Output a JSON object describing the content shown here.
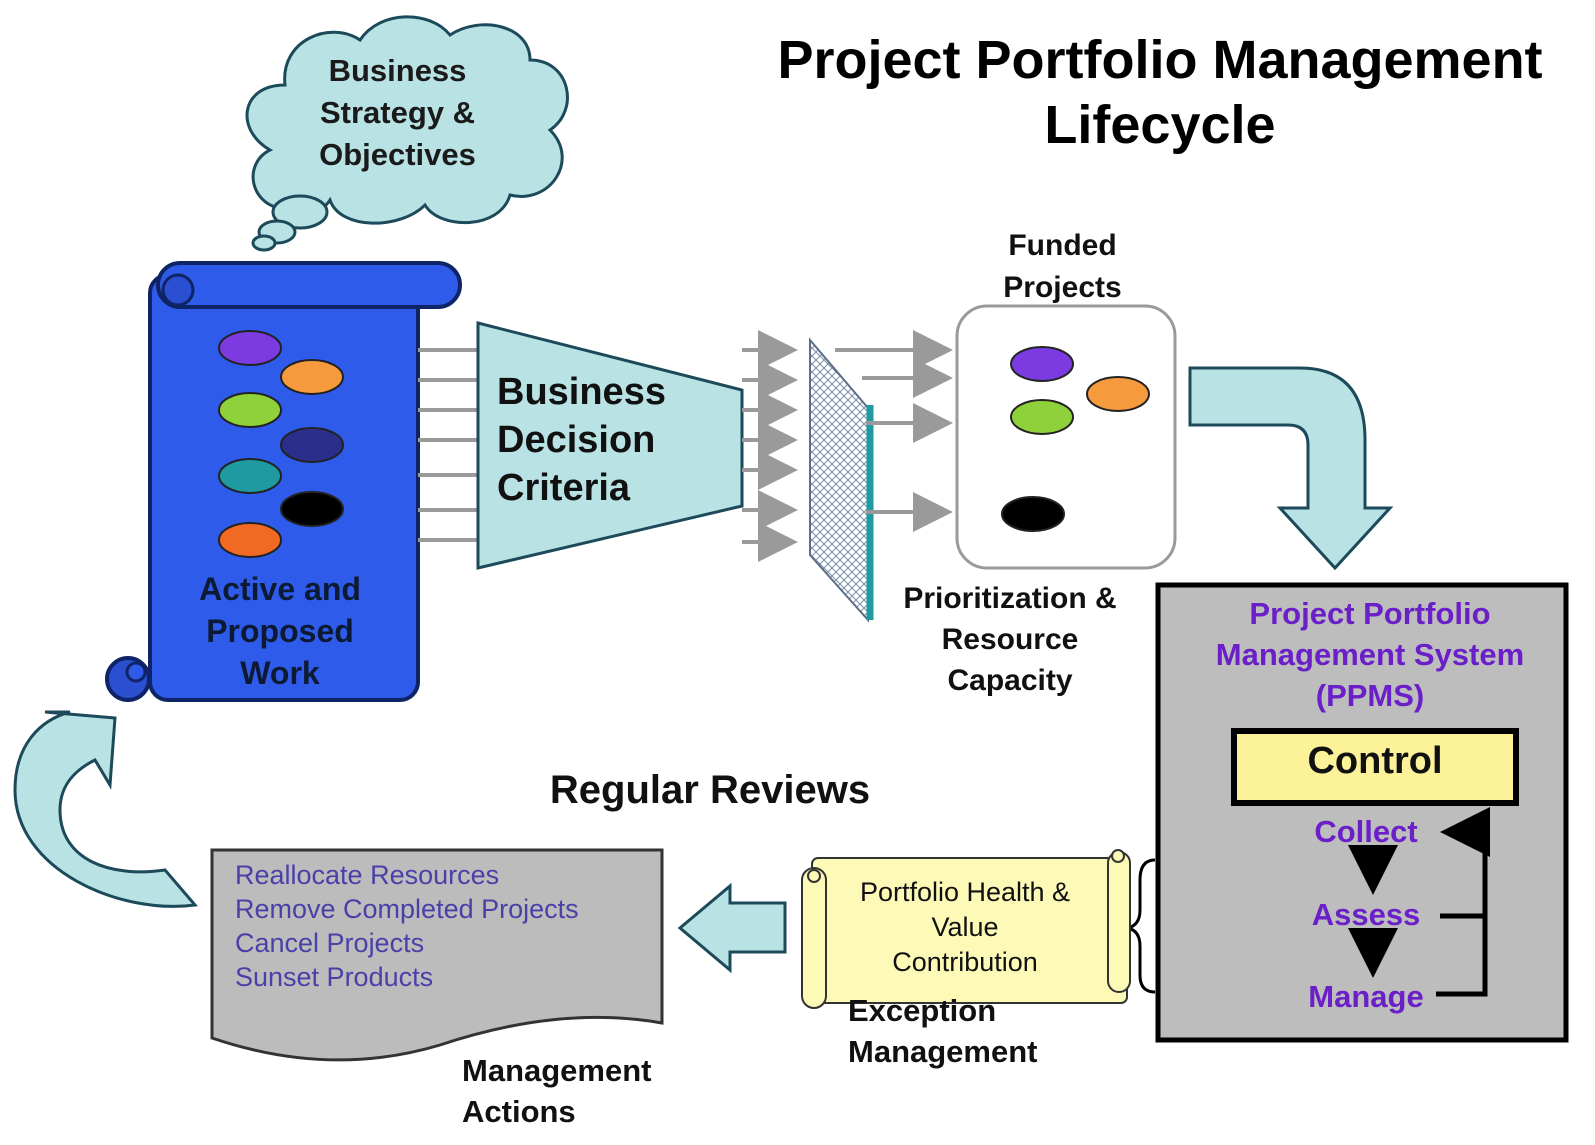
{
  "title_lines": [
    "Project Portfolio Management",
    "Lifecycle"
  ],
  "cloud": {
    "lines": [
      "Business",
      "Strategy &",
      "Objectives"
    ]
  },
  "work_scroll": {
    "label_lines": [
      "Active and",
      "Proposed",
      "Work"
    ]
  },
  "decision_funnel": {
    "label_lines": [
      "Business",
      "Decision",
      "Criteria"
    ]
  },
  "funded": {
    "label_lines": [
      "Funded",
      "Projects"
    ]
  },
  "prioritization": {
    "label_lines": [
      "Prioritization &",
      "Resource",
      "Capacity"
    ]
  },
  "ppms": {
    "title_lines": [
      "Project Portfolio",
      "Management System",
      "(PPMS)"
    ],
    "control_label": "Control",
    "steps": [
      "Collect",
      "Assess",
      "Manage"
    ]
  },
  "reviews_label": "Regular Reviews",
  "management": {
    "items": [
      "Reallocate Resources",
      "Remove Completed Projects",
      "Cancel Projects",
      "Sunset Products"
    ],
    "label_lines": [
      "Management",
      "Actions"
    ]
  },
  "health": {
    "lines": [
      "Portfolio Health &",
      "Value",
      "Contribution"
    ]
  },
  "exception": {
    "label_lines": [
      "Exception",
      "Management"
    ]
  },
  "colors": {
    "work_scroll": "#2f5bea",
    "light_teal": "#b9e2e4",
    "ppms_box": "#bdbdbd",
    "control_box": "#fbf29a",
    "health_scroll": "#fdfab8",
    "doc_gray": "#bcbcbc",
    "purple_text": "#6a1fc9",
    "project_purple": "#7b3be0",
    "project_orange": "#f59a3d",
    "project_green": "#8fd13a",
    "project_navy": "#2b2f8c",
    "project_teal": "#1e9aa0",
    "project_black": "#000000",
    "project_red_orange": "#f06a24"
  }
}
